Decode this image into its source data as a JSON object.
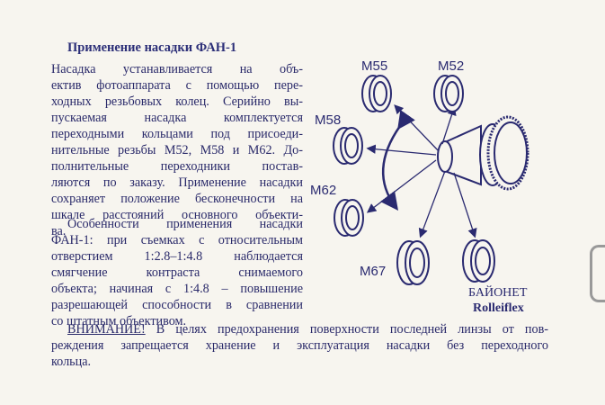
{
  "title": "Применение насадки ФАН-1",
  "paragraph1": [
    "Насадка устанавливается на объ-",
    "ектив фотоаппарата с помощью пере-",
    "ходных резьбовых колец. Серийно вы-",
    "пускаемая насадка комплектуется",
    "переходными кольцами под присоеди-",
    "нительные резьбы М52, М58 и М62. До-",
    "полнительные переходники постав-",
    "ляются по заказу. Применение насадки",
    "сохраняет положение бесконечности на",
    "шкале расстояний основного объекти-",
    "ва."
  ],
  "paragraph2": [
    "Особенности применения насадки",
    "ФАН-1: при съемках с относительным",
    "отверстием 1:2.8–1:4.8 наблюдается",
    "смягчение контраста снимаемого",
    "объекта; начиная с 1:4.8 – повышение",
    "разрешающей способности в сравнении",
    "со штатным объективом."
  ],
  "warning": {
    "label": "ВНИМАНИЕ!",
    "line1": " В целях предохранения поверхности последней линзы от пов-",
    "line2": "реждения запрещается хранение и эксплуатация насадки без переходного",
    "line3": "кольца."
  },
  "diagram": {
    "labels": {
      "m55": "М55",
      "m52": "М52",
      "m58": "М58",
      "m62": "М62",
      "m67": "М67",
      "bayonet": "БАЙОНЕТ",
      "rolleiflex": "Rolleiflex"
    }
  }
}
